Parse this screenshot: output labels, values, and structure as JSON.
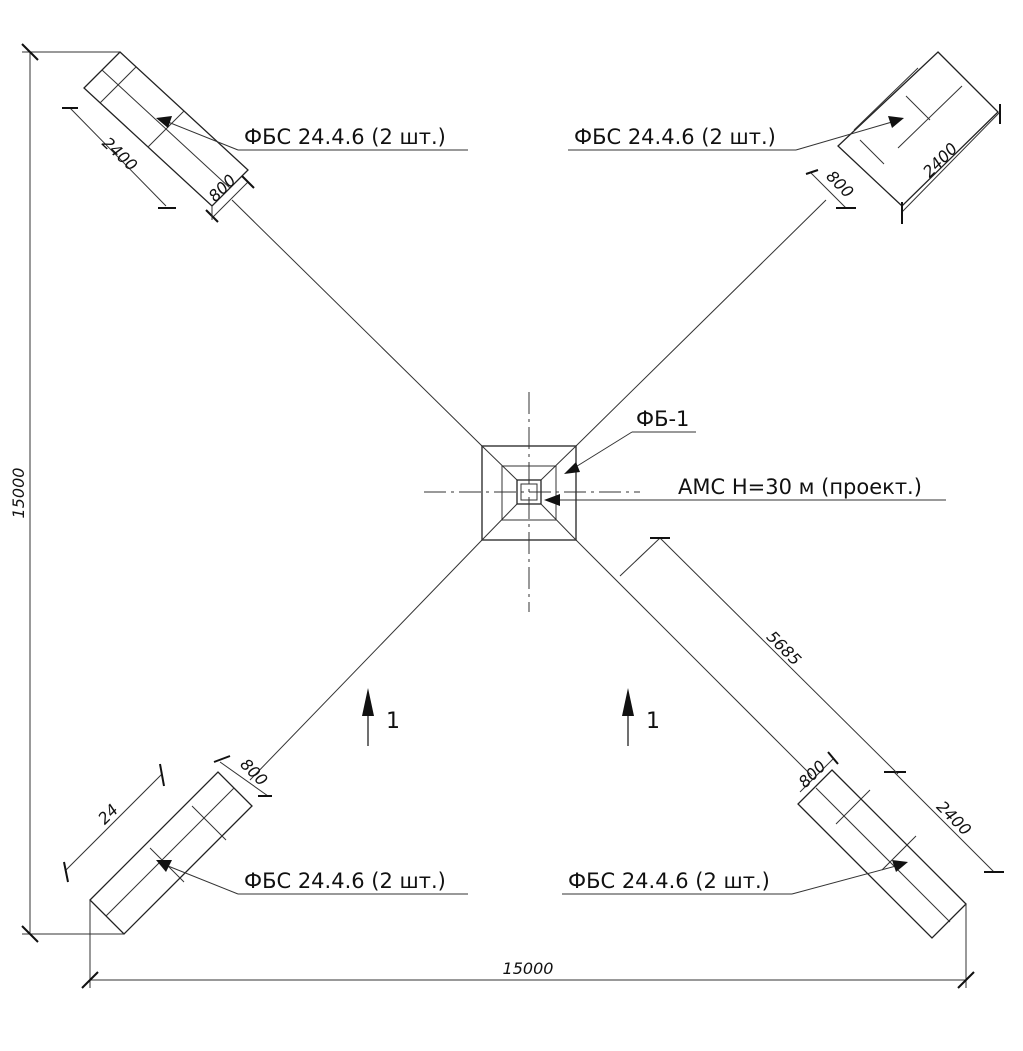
{
  "labels": {
    "block_nw": "ФБС 24.4.6 (2 шт.)",
    "block_ne": "ФБС 24.4.6 (2 шт.)",
    "block_sw": "ФБС 24.4.6 (2 шт.)",
    "block_se": "ФБС 24.4.6 (2 шт.)",
    "foundation": "ФБ-1",
    "mast": "АМС Н=30 м (проект.)"
  },
  "dimensions": {
    "overall_width": "15000",
    "overall_height": "15000",
    "block_length_nw": "2400",
    "block_width_nw": "800",
    "block_length_ne": "2400",
    "block_width_ne": "800",
    "block_length_sw": "24",
    "block_width_sw": "800",
    "block_length_se": "2400",
    "block_width_se": "800",
    "diagonal_offset": "5685"
  },
  "section_marks": {
    "left": "1",
    "right": "1"
  }
}
